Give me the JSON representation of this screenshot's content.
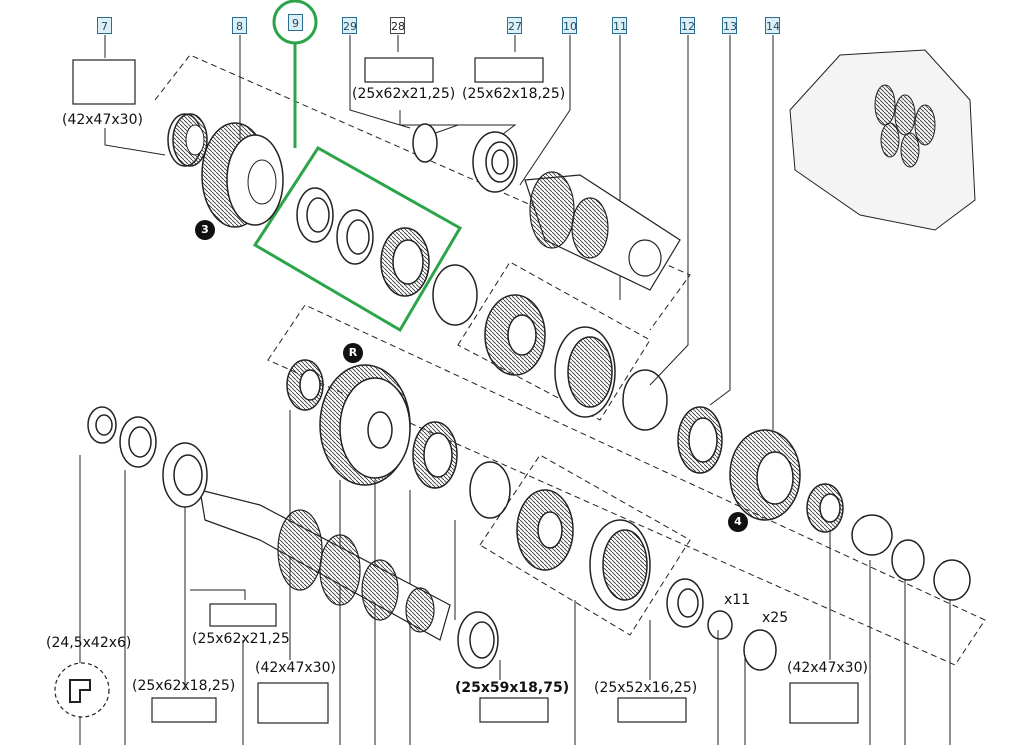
{
  "callouts": {
    "c7": "7",
    "c8": "8",
    "c9": "9",
    "c29": "29",
    "c28": "28",
    "c27": "27",
    "c10": "10",
    "c11": "11",
    "c12": "12",
    "c13": "13",
    "c14": "14"
  },
  "dimensions": {
    "d_42x47x30_top": "(42x47x30)",
    "d_25x62x21_top": "(25x62x21,25)",
    "d_25x62x18_top": "(25x62x18,25)",
    "d_24x42x6": "(24,5x42x6)",
    "d_25x62x18_bottom": "(25x62x18,25)",
    "d_25x62x21_bottom": "(25x62x21,25",
    "d_42x47x30_mid": "(42x47x30)",
    "d_25x59x18": "(25x59x18,75)",
    "d_25x52x16": "(25x52x16,25)",
    "d_42x47x30_right": "(42x47x30)"
  },
  "quantities": {
    "x11": "x11",
    "x25": "x25"
  },
  "badges": {
    "b3": "3",
    "bR": "R",
    "b4": "4"
  },
  "colors": {
    "highlight": "#2ca44a",
    "callout_border": "#2c6e8f",
    "callout_fill": "#dceef6",
    "line": "#222222"
  }
}
